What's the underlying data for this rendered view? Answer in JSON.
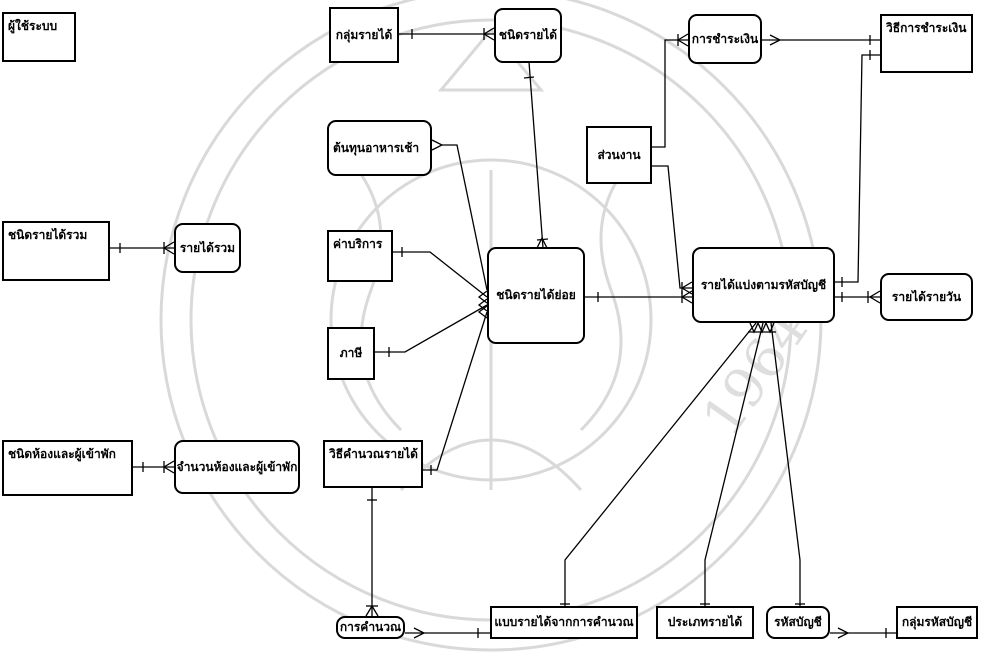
{
  "entities": {
    "users": "ผู้ใช้ระบบ",
    "income_group": "กลุ่มรายได้",
    "income_type": "ชนิดรายได้",
    "payment": "การชำระเงิน",
    "payment_method": "วิธีการชำระเงิน",
    "breakfast_cost": "ต้นทุนอาหารเช้า",
    "department": "ส่วนงาน",
    "service_charge": "ค่าบริการ",
    "sub_income_type": "ชนิดรายได้ย่อย",
    "income_by_account": "รายได้แบ่งตามรหัสบัญชี",
    "daily_income": "รายได้รายวัน",
    "total_income_type": "ชนิดรายได้รวม",
    "total_income": "รายได้รวม",
    "tax": "ภาษี",
    "room_guest_type": "ชนิดห้องและผู้เข้าพัก",
    "room_guest_count": "จำนวนห้องและผู้เข้าพัก",
    "calc_method": "วิธีคำนวณรายได้",
    "calculation": "การคำนวณ",
    "calc_income_form": "แบบรายได้จากการคำนวณ",
    "income_category": "ประเภทรายได้",
    "account_code": "รหัสบัญชี",
    "account_group": "กลุ่มรหัสบัญชี"
  },
  "watermark": {
    "year": "1964"
  }
}
